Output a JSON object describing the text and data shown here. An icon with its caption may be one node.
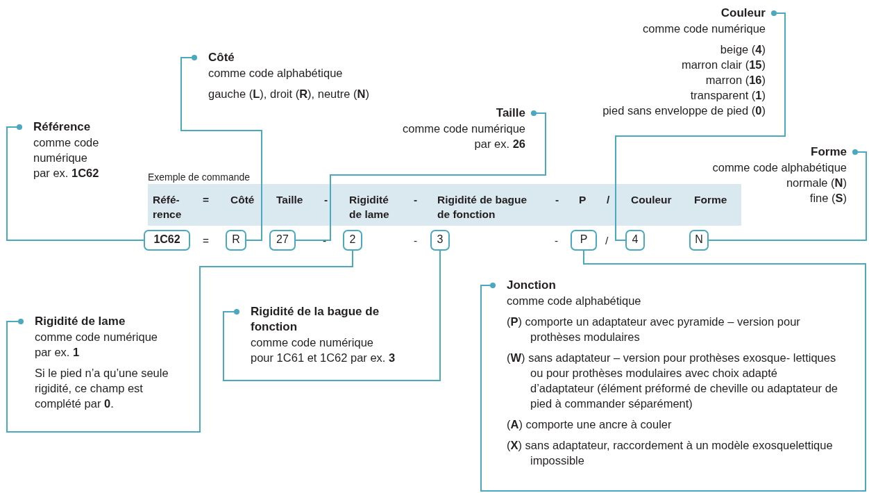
{
  "diagram": {
    "nodes": [
      {
        "text": [
          "Référence",
          "comme code numérique",
          "par ex. **1C62**"
        ]
      },
      {
        "text": [
          "Côté",
          "comme code alphabétique",
          "gauche (**L**), droit (**R**), neutre (**N**)"
        ]
      },
      {
        "text": [
          "Taille",
          "comme code numérique",
          "par ex. **26**"
        ]
      },
      {
        "text": [
          "Couleur",
          "comme code numérique",
          "beige (**4**)",
          "marron clair (**15**)",
          "marron (**16**)",
          "transparent (**1**)",
          "pied sans enveloppe de pied (**0**)"
        ]
      },
      {
        "text": [
          "Forme",
          "comme code alphabétique",
          "normale (**N**)",
          "fine (**S**)"
        ]
      },
      {
        "text": [
          "1C62"
        ]
      },
      {
        "text": [
          "R"
        ]
      },
      {
        "text": [
          "27"
        ]
      },
      {
        "text": [
          "2"
        ]
      },
      {
        "text": [
          "3"
        ]
      },
      {
        "text": [
          "P"
        ]
      },
      {
        "text": [
          "4"
        ]
      },
      {
        "text": [
          "N"
        ]
      },
      {
        "text": [
          "Rigidité de lame",
          "comme code numérique",
          "par ex. **1**",
          "Si le pied n’a qu’une seule rigidité, ce champ est complété par **0**."
        ]
      },
      {
        "text": [
          "Rigidité de la bague de fonction",
          "comme code numérique",
          "pour 1C61 et 1C62 par ex. **3**"
        ]
      },
      {
        "text": [
          "Jonction",
          "comme code alphabétique",
          "(**P**) comporte un adaptateur avec pyramide – version pour prothèses modulaires",
          "(**W**) sans adaptateur – version pour prothèses exosque- lettiques ou pour prothèses modulaires avec choix adapté d’adaptateur (élément préformé de cheville ou adaptateur de pied à commander séparément)",
          "(**A**) comporte une ancre à couler",
          "(**X**) sans adaptateur, raccordement à un modèle exosquelettique impossible"
        ]
      }
    ],
    "edges": [
      {
        "from": 0,
        "to": 5,
        "arrow": "other"
      },
      {
        "from": 1,
        "to": 6,
        "arrow": "other"
      },
      {
        "from": 2,
        "to": 7,
        "arrow": "other"
      },
      {
        "from": 3,
        "to": 11,
        "arrow": "other"
      },
      {
        "from": 4,
        "to": 12,
        "arrow": "other"
      },
      {
        "from": 13,
        "to": 8,
        "arrow": "other"
      },
      {
        "from": 14,
        "to": 9,
        "arrow": "other"
      },
      {
        "from": 15,
        "to": 10,
        "arrow": "other"
      }
    ],
    "labels": [
      "Exemple de commande",
      "Réfé- rence",
      "=",
      "Côté",
      "Taille",
      "-",
      "Rigidité de lame",
      "-",
      "Rigidité de bague de fonction",
      "-",
      "P",
      "/",
      "Couleur",
      "Forme",
      "=",
      "-",
      "-",
      "-",
      "/"
    ]
  }
}
